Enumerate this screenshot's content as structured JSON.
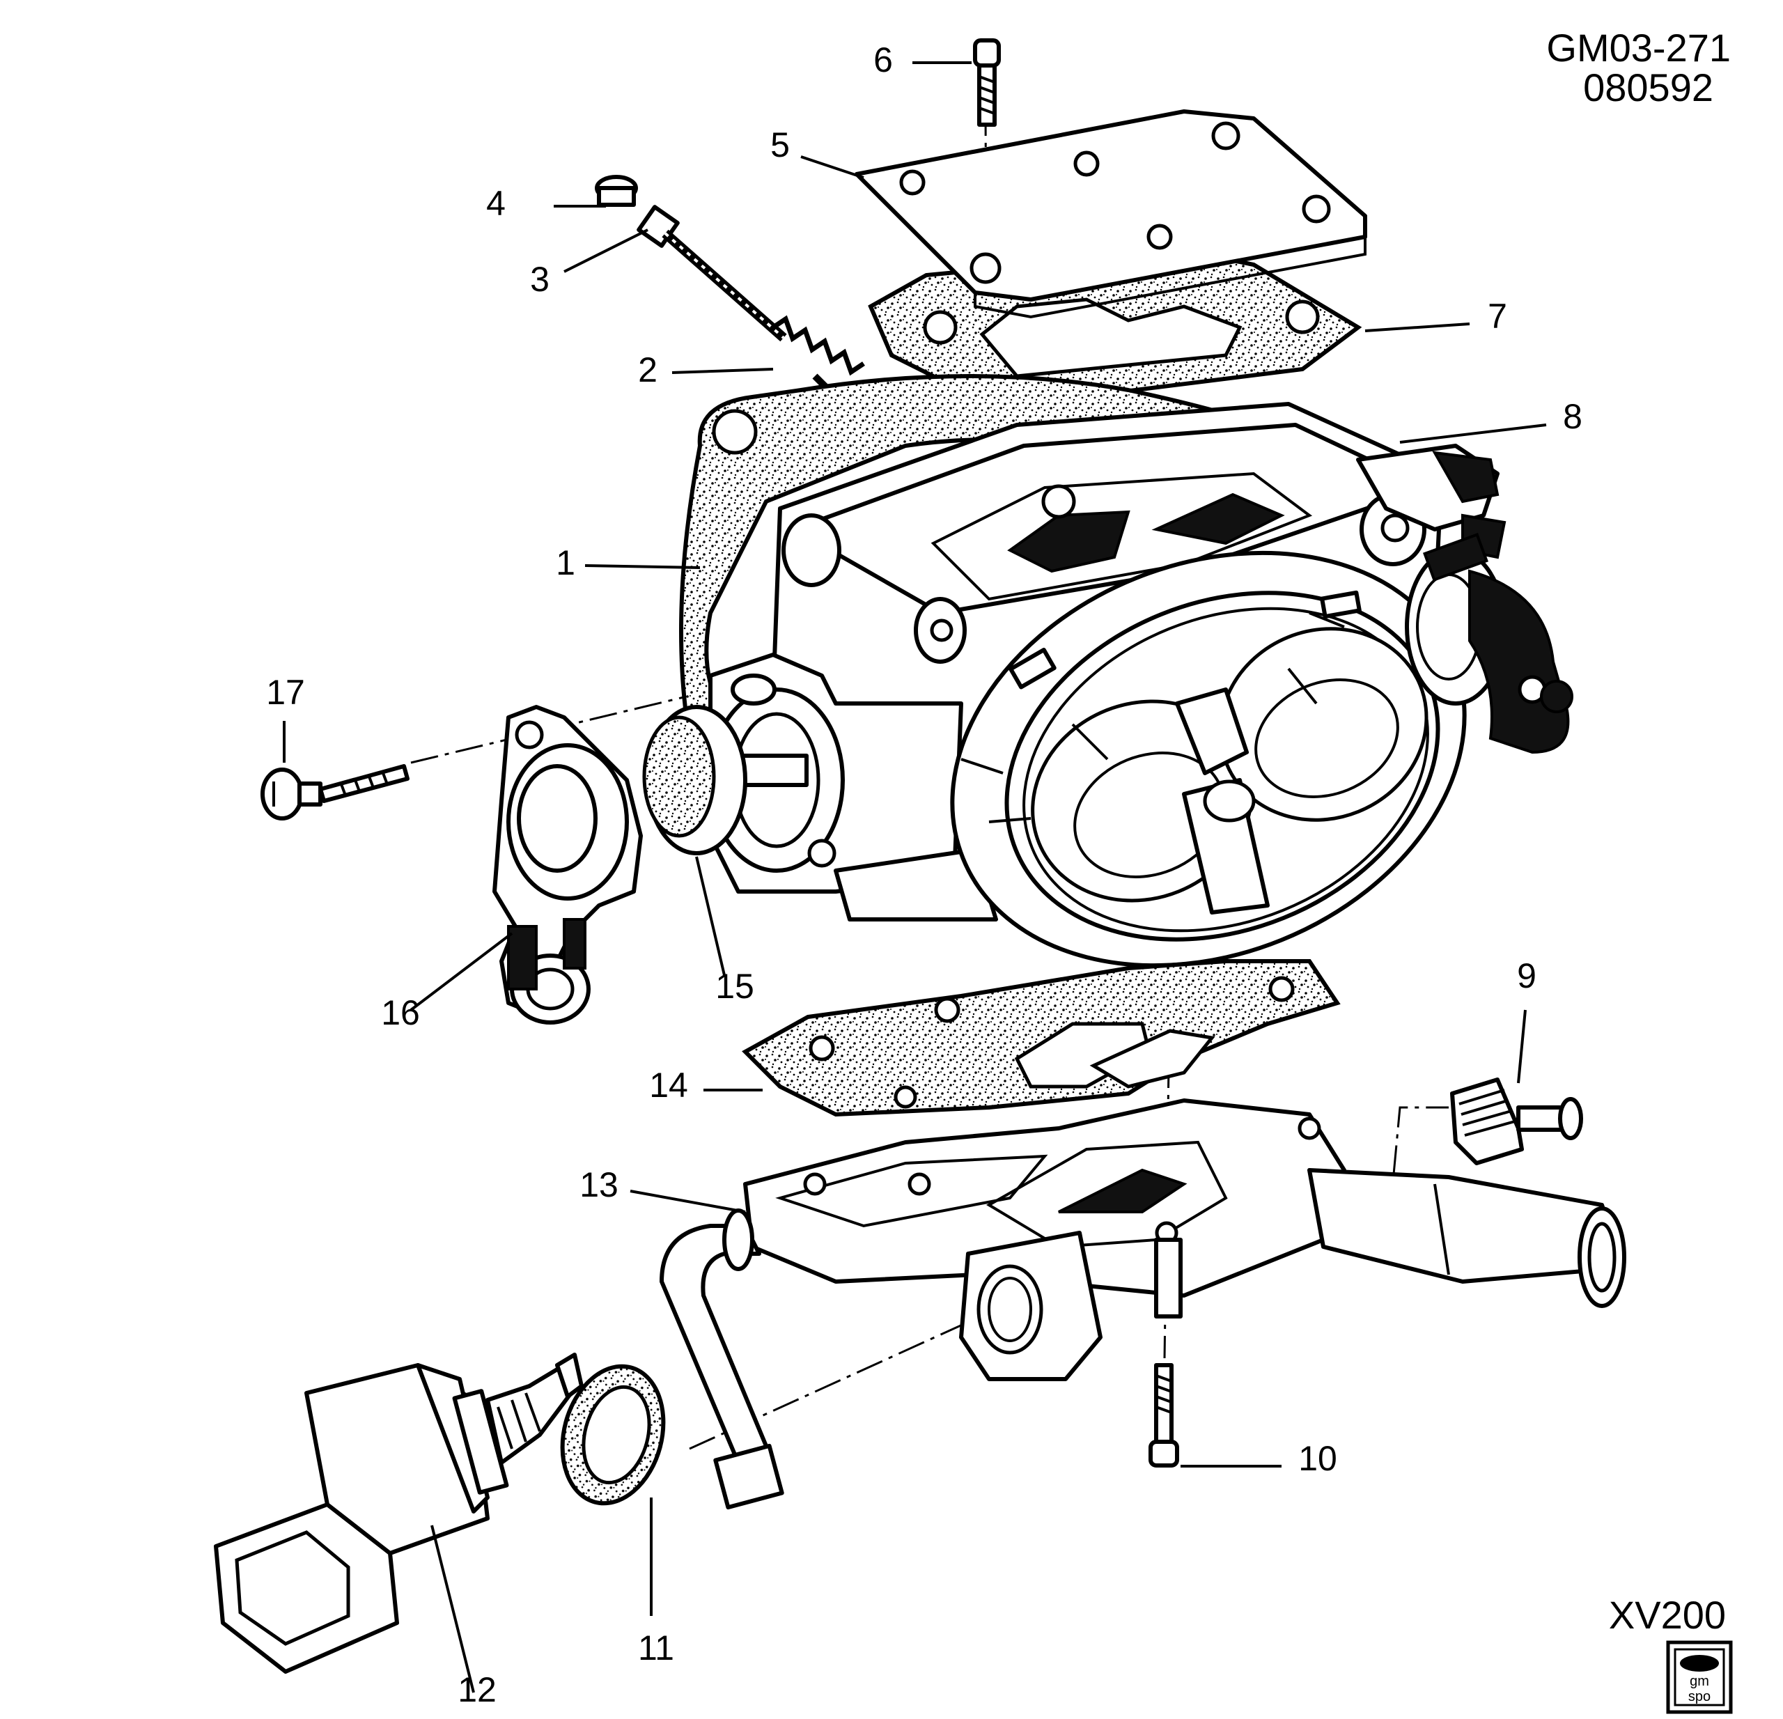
{
  "header": {
    "code": "GM03-271",
    "date": "080592"
  },
  "footer": {
    "code": "XV200",
    "logo_line1": "gm",
    "logo_line2": "spo"
  },
  "callouts": [
    {
      "n": "1"
    },
    {
      "n": "2"
    },
    {
      "n": "3"
    },
    {
      "n": "4"
    },
    {
      "n": "5"
    },
    {
      "n": "6"
    },
    {
      "n": "7"
    },
    {
      "n": "8"
    },
    {
      "n": "9"
    },
    {
      "n": "10"
    },
    {
      "n": "11"
    },
    {
      "n": "12"
    },
    {
      "n": "13"
    },
    {
      "n": "14"
    },
    {
      "n": "15"
    },
    {
      "n": "16"
    },
    {
      "n": "17"
    }
  ]
}
